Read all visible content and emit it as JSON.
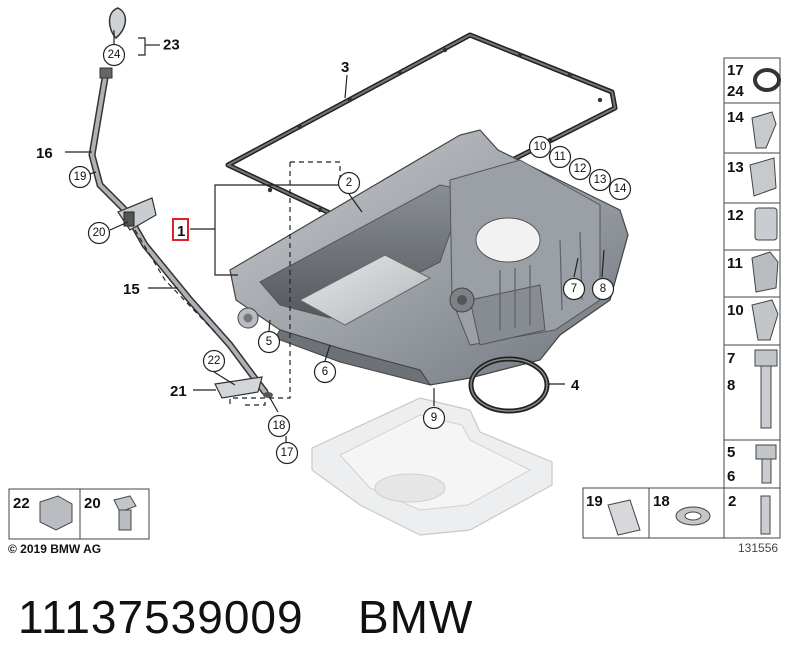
{
  "diagram": {
    "part_number": "11137539009",
    "brand": "BMW",
    "copyright": "© 2019 BMW AG",
    "drawing_id": "131556",
    "highlighted_label": "1",
    "callouts": {
      "c1": "1",
      "c3": "3",
      "c4": "4",
      "c15": "15",
      "c16": "16",
      "c21": "21",
      "c23": "23",
      "b2": "2",
      "b5": "5",
      "b6": "6",
      "b7": "7",
      "b8": "8",
      "b9": "9",
      "b10": "10",
      "b11": "11",
      "b12": "12",
      "b13": "13",
      "b14": "14",
      "b17": "17",
      "b18": "18",
      "b19": "19",
      "b20": "20",
      "b22": "22",
      "b24": "24"
    },
    "legend_left": {
      "a": "22",
      "b": "20"
    },
    "legend_right": {
      "r1a": "17",
      "r1b": "24",
      "r2": "14",
      "r3": "13",
      "r4": "12",
      "r5": "11",
      "r6": "10",
      "r7a": "7",
      "r7b": "8",
      "r8a": "5",
      "r8b": "6"
    },
    "legend_bottom": {
      "a": "19",
      "b": "18",
      "c": "2"
    }
  }
}
